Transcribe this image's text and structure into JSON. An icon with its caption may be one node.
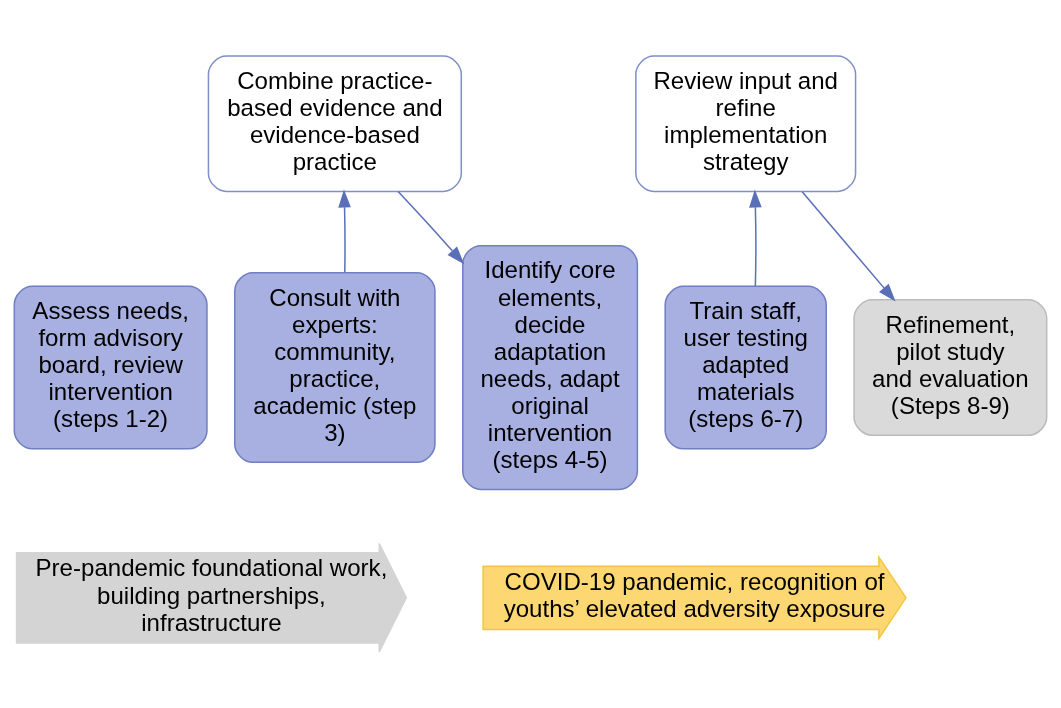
{
  "diagram": {
    "nodes": [
      {
        "text": [
          "Assess needs, form advisory board, review intervention (steps 1-2)"
        ]
      },
      {
        "text": [
          "Consult with experts: community, practice, academic (step 3)"
        ]
      },
      {
        "text": [
          "Identify core elements, decide adaptation needs, adapt original intervention (steps 4-5)"
        ]
      },
      {
        "text": [
          "Train staff, user testing adapted materials (steps 6-7)"
        ]
      },
      {
        "text": [
          "Refinement, pilot study and evaluation (Steps 8-9)"
        ]
      },
      {
        "text": [
          "Combine practice-based evidence and evidence-based practice"
        ]
      },
      {
        "text": [
          "Review input and refine implementation strategy"
        ]
      },
      {
        "text": [
          "Pre-pandemic foundational work, building partnerships, infrastructure"
        ]
      },
      {
        "text": [
          "COVID-19 pandemic, recognition of youths’ elevated adversity exposure"
        ]
      }
    ],
    "edges": [
      {
        "from": 1,
        "to": 5,
        "arrow": "to"
      },
      {
        "from": 5,
        "to": 2,
        "arrow": "to"
      },
      {
        "from": 3,
        "to": 6,
        "arrow": "to"
      },
      {
        "from": 6,
        "to": 4,
        "arrow": "to"
      }
    ]
  }
}
